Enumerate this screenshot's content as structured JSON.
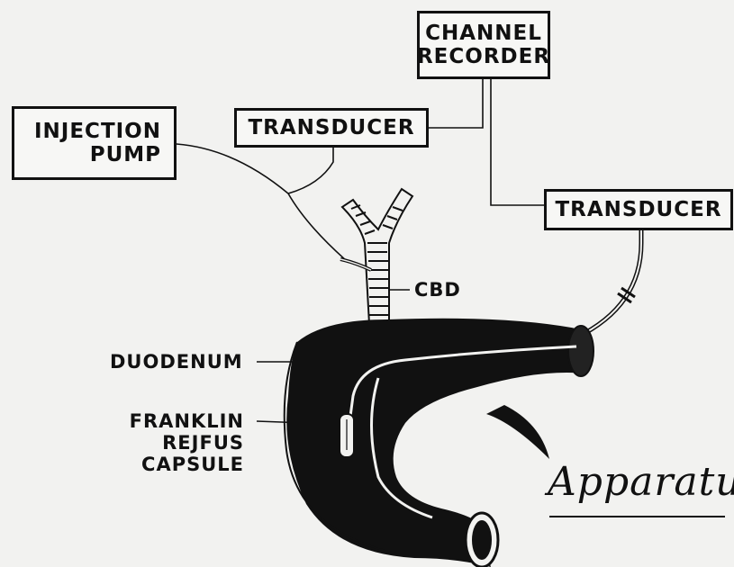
{
  "boxes": {
    "injection_pump": "INJECTION\nPUMP",
    "transducer_left": "TRANSDUCER",
    "channel_recorder": "CHANNEL\nRECORDER",
    "transducer_right": "TRANSDUCER"
  },
  "labels": {
    "cbd": "CBD",
    "duodenum": "DUODENUM",
    "capsule": "FRANKLIN REJFUS\nCAPSULE"
  },
  "title": "Apparatus",
  "colors": {
    "ink": "#111111",
    "paper": "#f2f2f0"
  }
}
